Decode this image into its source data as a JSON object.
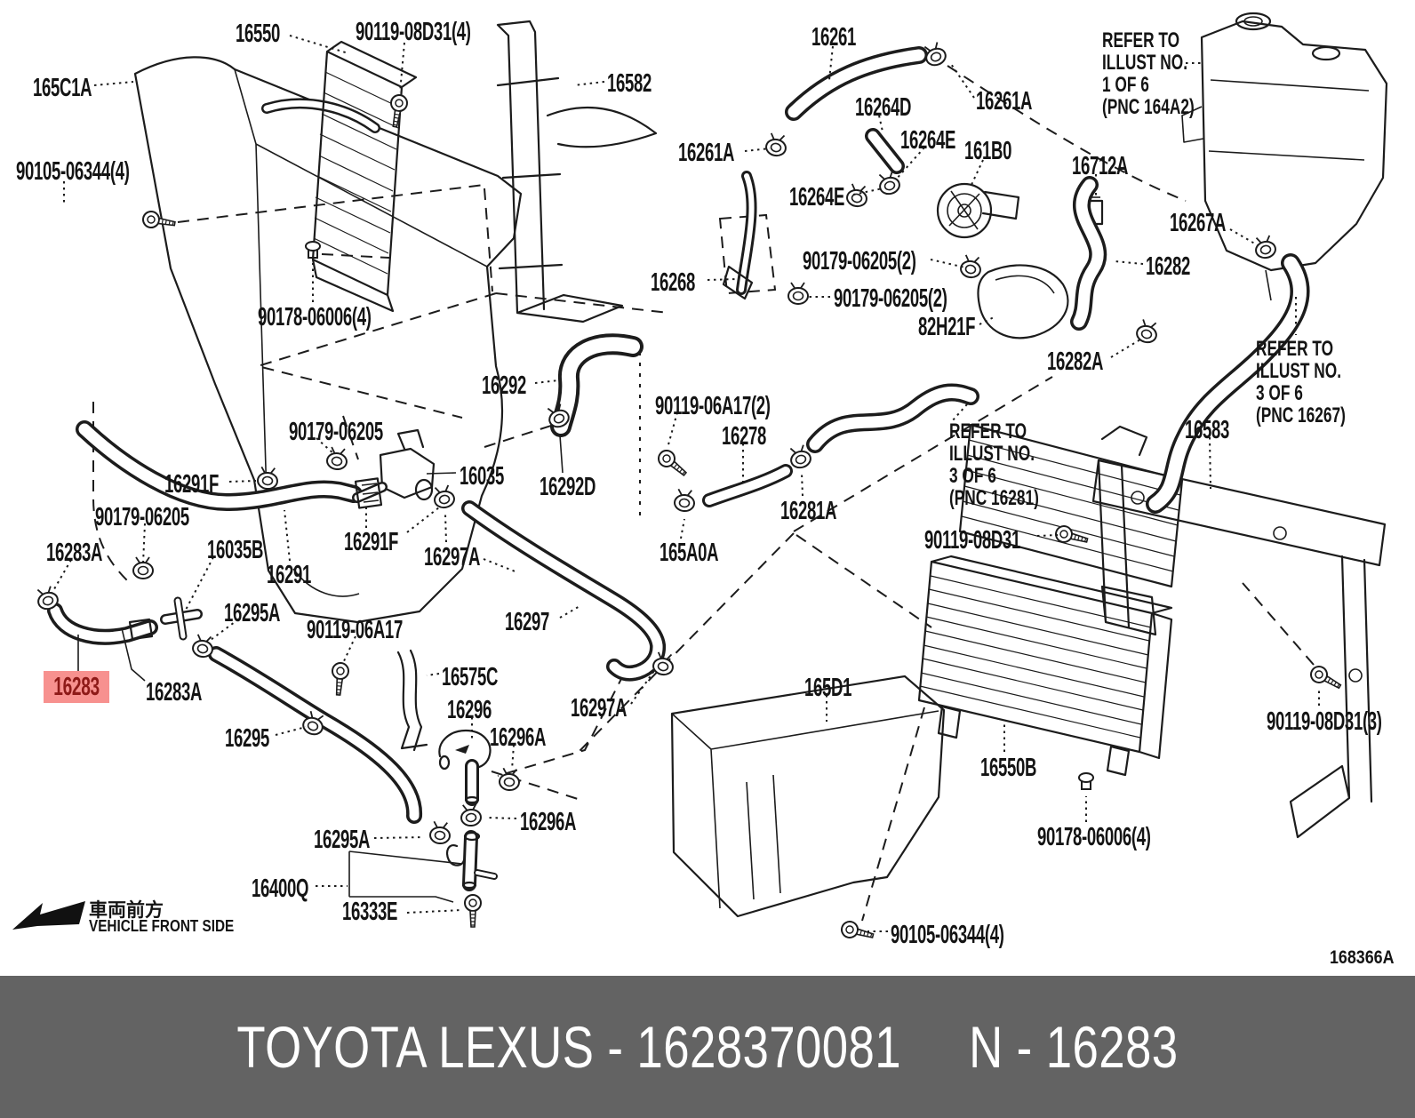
{
  "banner": {
    "brand_part": "TOYOTA LEXUS - 1628370081",
    "ref": "N - 16283"
  },
  "diagram_code": "168366A",
  "front_side": {
    "jp": "車両前方",
    "en": "VEHICLE FRONT SIDE"
  },
  "highlight": {
    "text": "16283"
  },
  "colors": {
    "highlight_bg": "#f7918f",
    "highlight_fg": "#8e1a18",
    "banner_bg": "#636363",
    "banner_fg": "#ffffff",
    "line": "#1c1c1c"
  },
  "refer_notes": {
    "n1": {
      "l1": "REFER TO",
      "l2": "ILLUST NO.",
      "l3": "1 OF 6",
      "l4": "(PNC 164A2)"
    },
    "n2": {
      "l1": "REFER TO",
      "l2": "ILLUST NO.",
      "l3": "3 OF 6",
      "l4": "(PNC 16267)"
    },
    "n3": {
      "l1": "REFER TO",
      "l2": "ILLUST NO.",
      "l3": "3 OF 6",
      "l4": "(PNC 16281)"
    }
  },
  "labels": {
    "l16550": "16550",
    "l90119_08d31_4_top": "90119-08D31(4)",
    "l165c1a": "165C1A",
    "l90105_06344_4_top": "90105-06344(4)",
    "l90178_06006_4_top": "90178-06006(4)",
    "l16582": "16582",
    "l16261": "16261",
    "l16261a_right": "16261A",
    "l16261a_left": "16261A",
    "l16264d": "16264D",
    "l16264e_upper": "16264E",
    "l16264e_lower": "16264E",
    "l161b0": "161B0",
    "l16712a": "16712A",
    "l16267a": "16267A",
    "l16282": "16282",
    "l90179_06205_2_a": "90179-06205(2)",
    "l90179_06205_2_b": "90179-06205(2)",
    "l16268": "16268",
    "l82h21f": "82H21F",
    "l16282a": "16282A",
    "l16292": "16292",
    "l16292d": "16292D",
    "l90179_06205_mid": "90179-06205",
    "l90179_06205_left": "90179-06205",
    "l16291f_top": "16291F",
    "l16291f_bottom": "16291F",
    "l16035": "16035",
    "l16035b": "16035B",
    "l90119_06a17_2": "90119-06A17(2)",
    "l16278": "16278",
    "l16281a": "16281A",
    "l165a0a": "165A0A",
    "l16583": "16583",
    "l90119_08d31_mid": "90119-08D31",
    "l16283a_top": "16283A",
    "l16283a_bottom": "16283A",
    "l16291": "16291",
    "l16295a_upper": "16295A",
    "l16295a_lower": "16295A",
    "l90119_06a17": "90119-06A17",
    "l16575c": "16575C",
    "l16297": "16297",
    "l16297a_left": "16297A",
    "l16297a_right": "16297A",
    "l16296": "16296",
    "l16296a_upper": "16296A",
    "l16296a_lower": "16296A",
    "l16295": "16295",
    "l165d1": "165D1",
    "l16550b": "16550B",
    "l16400q": "16400Q",
    "l16333e": "16333E",
    "l90105_06344_4_bottom": "90105-06344(4)",
    "l90178_06006_4_bottom": "90178-06006(4)",
    "l90119_08d31_3": "90119-08D31(3)",
    "l168366a": "168366A"
  }
}
